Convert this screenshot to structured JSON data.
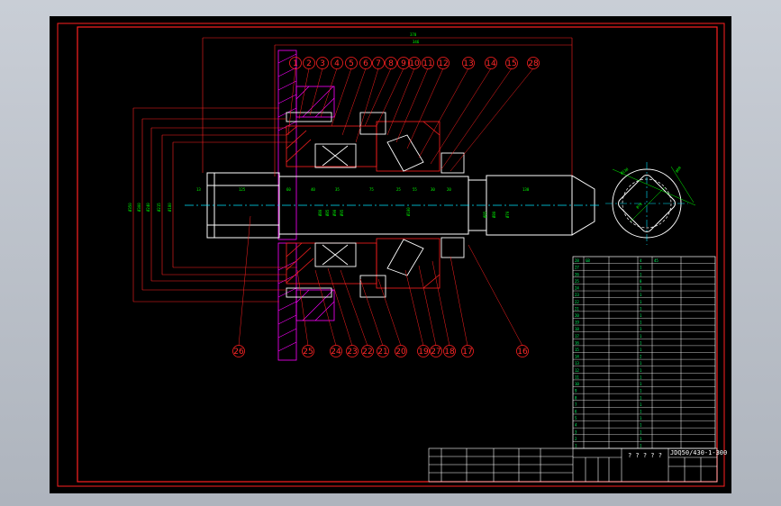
{
  "viewport": {
    "background": "#000000",
    "colors": {
      "border": "#ff2020",
      "section": "#ffffff",
      "hatch": "#ff00ff",
      "dimension": "#00ff00",
      "centerline": "#00e5ff",
      "leader": "#ff2020",
      "table": "#ffffff"
    }
  },
  "drawing": {
    "balloons_top": [
      "1",
      "2",
      "3",
      "4",
      "5",
      "6",
      "7",
      "8",
      "9",
      "10",
      "11",
      "12",
      "13",
      "14",
      "15",
      "28"
    ],
    "balloons_bottom": [
      "26",
      "25",
      "24",
      "23",
      "22",
      "21",
      "20",
      "19",
      "27",
      "18",
      "17",
      "16"
    ],
    "dim_top": [
      "370",
      "346"
    ],
    "dim_vertical_left": [
      "Ø350",
      "Ø300",
      "Ø240",
      "Ø215",
      "Ø180"
    ],
    "dim_vertical_mid": [
      "Ø80",
      "Ø85",
      "Ø90",
      "Ø95",
      "Ø100"
    ],
    "dim_vertical_right": [
      "Ø85",
      "Ø80",
      "Ø70"
    ],
    "dim_shaft": [
      "13",
      "125",
      "60",
      "40",
      "35",
      "75",
      "25",
      "55",
      "30",
      "20",
      "130"
    ],
    "section_dim_a": "Ø130",
    "section_dim_b": "Ø80",
    "section_dim_c": "Ø70"
  },
  "parts_list": {
    "rows": [
      [
        "28",
        "GB",
        "",
        "4",
        "45",
        ""
      ],
      [
        "27",
        "",
        "",
        "1",
        "",
        ""
      ],
      [
        "26",
        "",
        "",
        "1",
        "",
        ""
      ],
      [
        "25",
        "",
        "",
        "8",
        "",
        ""
      ],
      [
        "24",
        "",
        "",
        "1",
        "",
        ""
      ],
      [
        "23",
        "",
        "",
        "1",
        "",
        ""
      ],
      [
        "22",
        "",
        "",
        "1",
        "",
        ""
      ],
      [
        "21",
        "",
        "",
        "1",
        "",
        ""
      ],
      [
        "20",
        "",
        "",
        "1",
        "",
        ""
      ],
      [
        "19",
        "",
        "",
        "1",
        "",
        ""
      ],
      [
        "18",
        "",
        "",
        "1",
        "",
        ""
      ],
      [
        "17",
        "",
        "",
        "1",
        "",
        ""
      ],
      [
        "16",
        "",
        "",
        "1",
        "",
        ""
      ],
      [
        "15",
        "",
        "",
        "1",
        "",
        ""
      ],
      [
        "14",
        "",
        "",
        "2",
        "",
        ""
      ],
      [
        "13",
        "",
        "",
        "1",
        "",
        ""
      ],
      [
        "12",
        "",
        "",
        "1",
        "",
        ""
      ],
      [
        "11",
        "",
        "",
        "1",
        "",
        ""
      ],
      [
        "10",
        "",
        "",
        "1",
        "",
        ""
      ],
      [
        "9",
        "",
        "",
        "1",
        "",
        ""
      ],
      [
        "8",
        "",
        "",
        "1",
        "",
        ""
      ],
      [
        "7",
        "",
        "",
        "1",
        "",
        ""
      ],
      [
        "6",
        "",
        "",
        "1",
        "",
        ""
      ],
      [
        "5",
        "",
        "",
        "1",
        "",
        ""
      ],
      [
        "4",
        "",
        "",
        "1",
        "",
        ""
      ],
      [
        "3",
        "",
        "",
        "1",
        "",
        ""
      ],
      [
        "2",
        "",
        "",
        "1",
        "",
        ""
      ],
      [
        "1",
        "",
        "",
        "1",
        "",
        ""
      ]
    ],
    "title_code": "JDQ50/430-1-300",
    "title_name": "? ? ? ? ?"
  }
}
